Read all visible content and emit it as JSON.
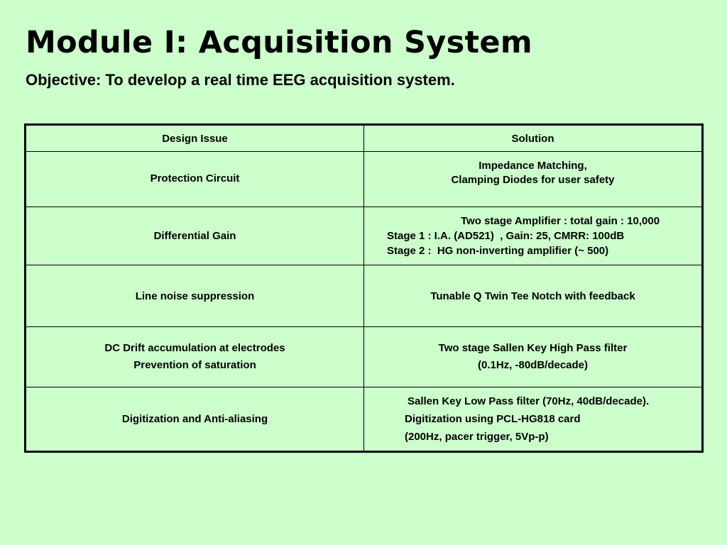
{
  "slide": {
    "title": "Module I: Acquisition System",
    "objective": "Objective: To develop a real time EEG acquisition system."
  },
  "table": {
    "headers": [
      "Design Issue",
      "Solution"
    ],
    "rows": [
      {
        "issue": [
          "Protection Circuit"
        ],
        "solution": [
          "Impedance Matching,",
          "Clamping Diodes for user safety"
        ]
      },
      {
        "issue": [
          "Differential Gain"
        ],
        "solution": [
          "Two stage Amplifier : total gain : 10,000",
          "Stage 1 : I.A. (AD521)  , Gain: 25, CMRR: 100dB",
          "Stage 2 :  HG non-inverting amplifier (~ 500)"
        ]
      },
      {
        "issue": [
          "Line noise suppression"
        ],
        "solution": [
          "Tunable Q Twin Tee Notch with feedback"
        ]
      },
      {
        "issue": [
          "DC Drift accumulation at electrodes",
          "Prevention of saturation"
        ],
        "solution": [
          "Two stage Sallen Key High Pass filter",
          "(0.1Hz, -80dB/decade)"
        ]
      },
      {
        "issue": [
          "Digitization and Anti-aliasing"
        ],
        "solution": [
          "Sallen Key Low Pass filter (70Hz, 40dB/decade).",
          "Digitization using PCL-HG818 card",
          "(200Hz, pacer trigger, 5Vp-p)"
        ]
      }
    ]
  }
}
